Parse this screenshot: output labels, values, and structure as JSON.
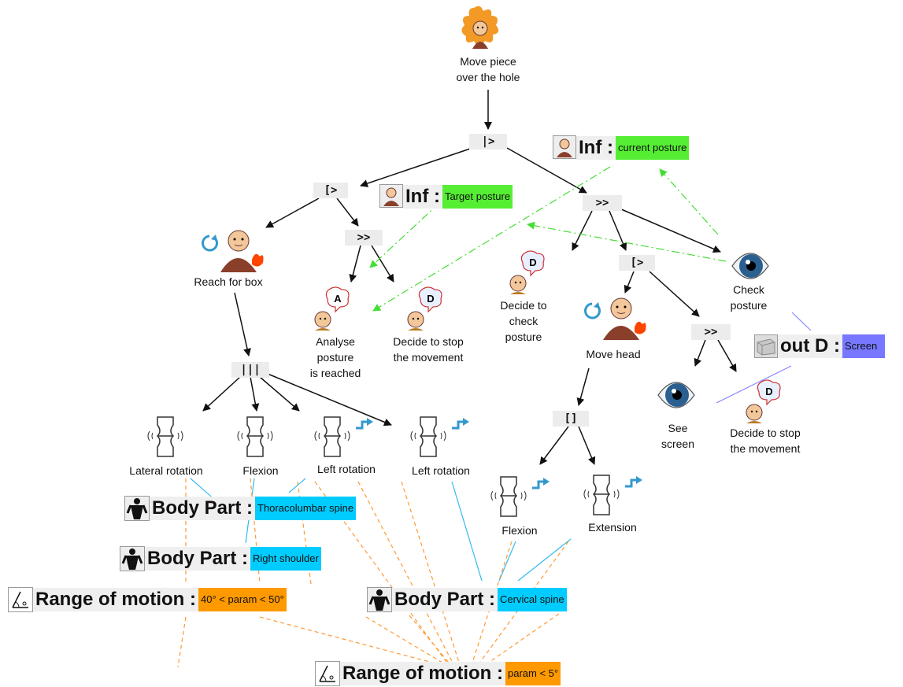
{
  "colors": {
    "posture_value": "#55ee33",
    "body_part_value": "#00ccff",
    "range_value": "#ff9900",
    "screen_value": "#7777ff",
    "link_green": "#44dd33",
    "link_blue": "#33bbee",
    "link_orange": "#ff9933",
    "loop_icon": "#3399cc"
  },
  "operators": {
    "root": "|>",
    "reach_branch": "[>",
    "stop_seq": ">>",
    "check_seq": ">>",
    "head_branch": "[>",
    "see_seq": ">>",
    "parallel": "|||",
    "choice": "[]"
  },
  "tasks": {
    "root": {
      "label": "Move piece\nover the hole",
      "icon": "abstract-task-icon"
    },
    "reach_for_box": {
      "label": "Reach for box",
      "icon": "loop-interaction-icon"
    },
    "analyse_posture": {
      "label": "Analyse\nposture\nis reached",
      "icon": "cognitive-analysis-icon",
      "badge": "A"
    },
    "decide_stop_1": {
      "label": "Decide to stop\nthe movement",
      "icon": "cognitive-decision-icon",
      "badge": "D"
    },
    "decide_check": {
      "label": "Decide to\ncheck\nposture",
      "icon": "cognitive-decision-icon",
      "badge": "D"
    },
    "check_posture": {
      "label": "Check\nposture",
      "icon": "eye-icon"
    },
    "move_head": {
      "label": "Move head",
      "icon": "loop-interaction-icon"
    },
    "see_screen": {
      "label": "See\nscreen",
      "icon": "eye-icon"
    },
    "decide_stop_2": {
      "label": "Decide to stop\nthe movement",
      "icon": "cognitive-decision-icon",
      "badge": "D"
    },
    "lateral_rotation": {
      "label": "Lateral rotation",
      "icon": "joint-icon"
    },
    "flexion_1": {
      "label": "Flexion",
      "icon": "joint-icon"
    },
    "left_rotation_1": {
      "label": "Left rotation",
      "icon": "joint-icon"
    },
    "left_rotation_2": {
      "label": "Left rotation",
      "icon": "joint-icon"
    },
    "flexion_2": {
      "label": "Flexion",
      "icon": "joint-icon"
    },
    "extension": {
      "label": "Extension",
      "icon": "joint-icon"
    }
  },
  "annotations": {
    "inf_current": {
      "keyword": "Inf :",
      "value": "current posture",
      "icon": "person-info-icon"
    },
    "inf_target": {
      "keyword": "Inf :",
      "value": "Target posture",
      "icon": "person-info-icon"
    },
    "out_screen": {
      "keyword": "out D :",
      "value": "Screen",
      "icon": "device-icon"
    },
    "body_thoraco": {
      "keyword": "Body Part :",
      "value": "Thoracolumbar spine",
      "icon": "body-icon"
    },
    "body_shoulder": {
      "keyword": "Body Part :",
      "value": "Right shoulder",
      "icon": "body-icon"
    },
    "body_cervical": {
      "keyword": "Body Part :",
      "value": "Cervical spine",
      "icon": "body-icon"
    },
    "rom_40_50": {
      "keyword": "Range of motion :",
      "value": "40° < param < 50°",
      "icon": "angle-icon"
    },
    "rom_5": {
      "keyword": "Range of motion :",
      "value": "param < 5°",
      "icon": "angle-icon"
    }
  }
}
